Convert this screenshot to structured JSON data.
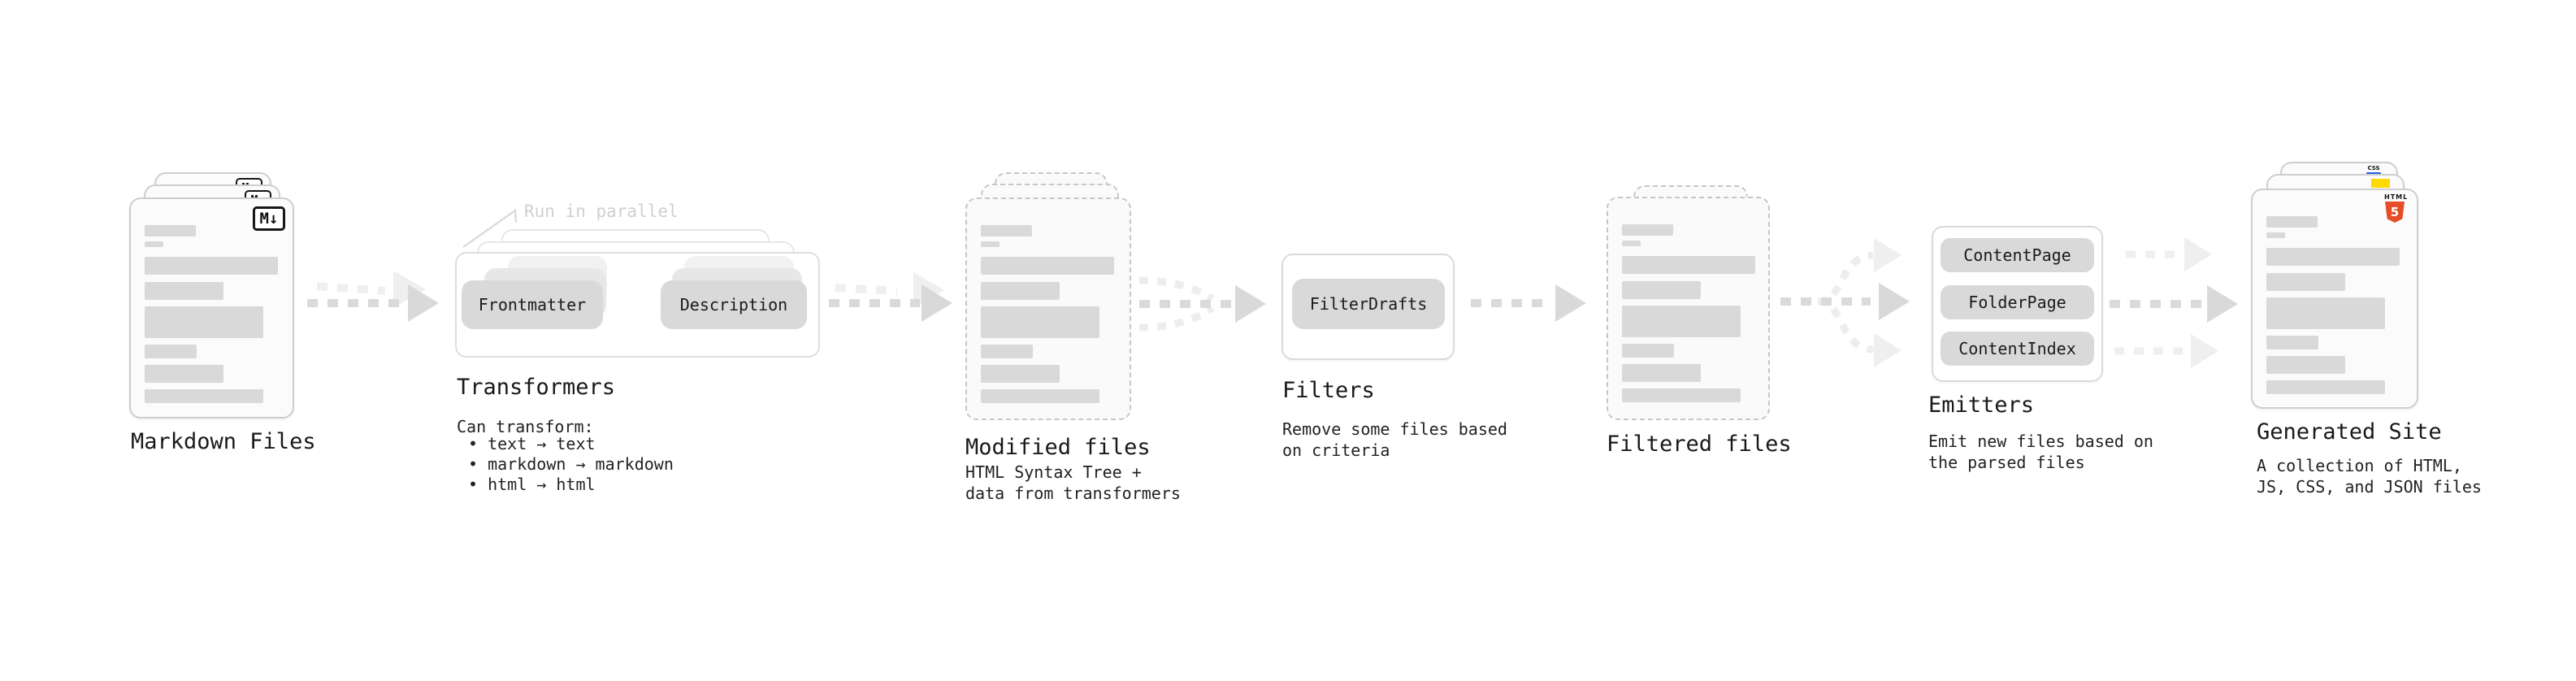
{
  "stages": {
    "markdown": {
      "label": "Markdown Files"
    },
    "transformers": {
      "label": "Transformers",
      "note": "Run in parallel",
      "pill_left": "Frontmatter",
      "pill_right": "Description",
      "sub_heading": "Can transform:",
      "bullets": [
        "• text → text",
        "• markdown → markdown",
        "• html → html"
      ]
    },
    "modified": {
      "label": "Modified files",
      "sublabel": "HTML Syntax Tree +\ndata from transformers"
    },
    "filters": {
      "label": "Filters",
      "pill": "FilterDrafts",
      "sublabel": "Remove some files based\non criteria"
    },
    "filtered": {
      "label": "Filtered files"
    },
    "emitters": {
      "label": "Emitters",
      "pills": [
        "ContentPage",
        "FolderPage",
        "ContentIndex"
      ],
      "sublabel": "Emit new files based on\nthe parsed files"
    },
    "generated": {
      "label": "Generated Site",
      "sublabel": "A collection of HTML,\nJS, CSS, and JSON files"
    }
  },
  "badges": {
    "markdown": "M↓",
    "html5_label": "HTML",
    "html5_number": "5",
    "css_label": "CSS"
  },
  "colors": {
    "html5_orange": "#e44d26",
    "js_yellow": "#ffd900",
    "css_blue": "#2760e6",
    "arrow_gray": "#dadada",
    "arrow_light": "#ededed"
  }
}
